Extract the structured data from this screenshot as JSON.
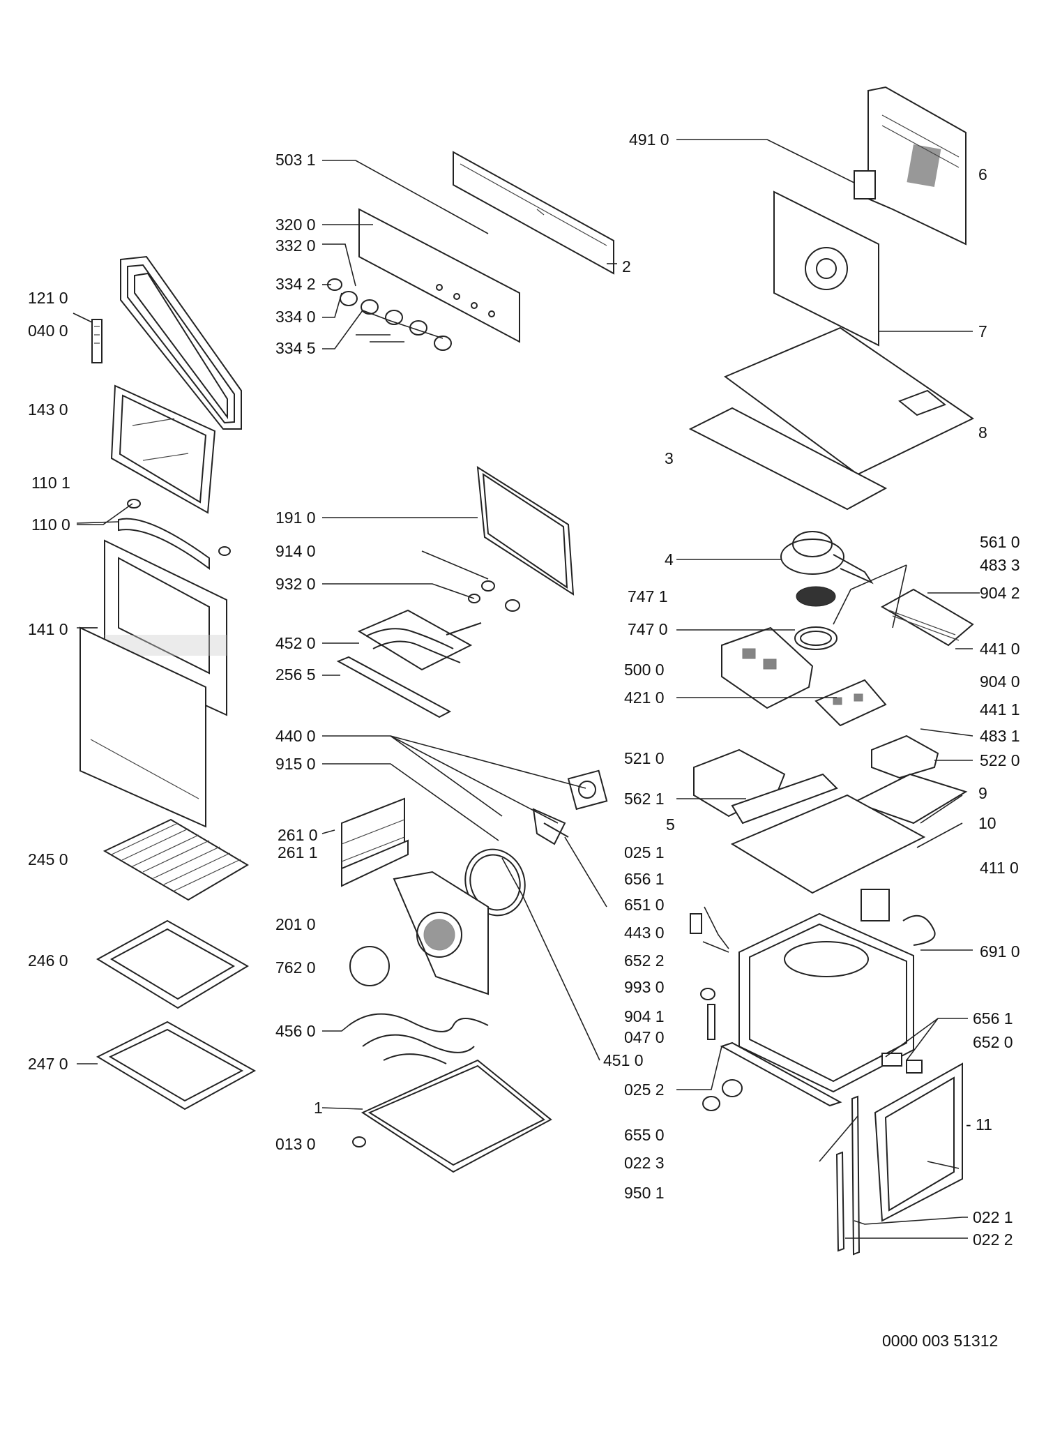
{
  "diagram": {
    "drawing_number": "0000 003 51312",
    "labels": [
      {
        "id": "lbl-503-1",
        "text": "503 1"
      },
      {
        "id": "lbl-320-0",
        "text": "320 0"
      },
      {
        "id": "lbl-332-0",
        "text": "332 0"
      },
      {
        "id": "lbl-334-2",
        "text": "334 2"
      },
      {
        "id": "lbl-334-0",
        "text": "334 0"
      },
      {
        "id": "lbl-334-5",
        "text": "334 5"
      },
      {
        "id": "lbl-2",
        "text": "2"
      },
      {
        "id": "lbl-121-0",
        "text": "121 0"
      },
      {
        "id": "lbl-040-0",
        "text": "040 0"
      },
      {
        "id": "lbl-143-0",
        "text": "143 0"
      },
      {
        "id": "lbl-110-1",
        "text": "110 1"
      },
      {
        "id": "lbl-110-0",
        "text": "110 0"
      },
      {
        "id": "lbl-141-0",
        "text": "141 0"
      },
      {
        "id": "lbl-245-0",
        "text": "245 0"
      },
      {
        "id": "lbl-246-0",
        "text": "246 0"
      },
      {
        "id": "lbl-247-0",
        "text": "247 0"
      },
      {
        "id": "lbl-191-0",
        "text": "191 0"
      },
      {
        "id": "lbl-914-0",
        "text": "914 0"
      },
      {
        "id": "lbl-932-0",
        "text": "932 0"
      },
      {
        "id": "lbl-452-0",
        "text": "452 0"
      },
      {
        "id": "lbl-256-5",
        "text": "256 5"
      },
      {
        "id": "lbl-440-0",
        "text": "440 0"
      },
      {
        "id": "lbl-915-0",
        "text": "915 0"
      },
      {
        "id": "lbl-261-0",
        "text": "261 0"
      },
      {
        "id": "lbl-261-1",
        "text": "261 1"
      },
      {
        "id": "lbl-201-0",
        "text": "201 0"
      },
      {
        "id": "lbl-762-0",
        "text": "762 0"
      },
      {
        "id": "lbl-456-0",
        "text": "456 0"
      },
      {
        "id": "lbl-451-0",
        "text": "451 0"
      },
      {
        "id": "lbl-1",
        "text": "1"
      },
      {
        "id": "lbl-013-0",
        "text": "013 0"
      },
      {
        "id": "lbl-491-0",
        "text": "491 0"
      },
      {
        "id": "lbl-6",
        "text": "6"
      },
      {
        "id": "lbl-7",
        "text": "7"
      },
      {
        "id": "lbl-8",
        "text": "8"
      },
      {
        "id": "lbl-3",
        "text": "3"
      },
      {
        "id": "lbl-4",
        "text": "4"
      },
      {
        "id": "lbl-561-0",
        "text": "561 0"
      },
      {
        "id": "lbl-483-3",
        "text": "483 3"
      },
      {
        "id": "lbl-904-2",
        "text": "904 2"
      },
      {
        "id": "lbl-747-1",
        "text": "747 1"
      },
      {
        "id": "lbl-747-0",
        "text": "747 0"
      },
      {
        "id": "lbl-441-0",
        "text": "441 0"
      },
      {
        "id": "lbl-500-0",
        "text": "500 0"
      },
      {
        "id": "lbl-904-0",
        "text": "904 0"
      },
      {
        "id": "lbl-421-0",
        "text": "421 0"
      },
      {
        "id": "lbl-441-1",
        "text": "441 1"
      },
      {
        "id": "lbl-483-1",
        "text": "483 1"
      },
      {
        "id": "lbl-521-0",
        "text": "521 0"
      },
      {
        "id": "lbl-522-0",
        "text": "522 0"
      },
      {
        "id": "lbl-562-1",
        "text": "562 1"
      },
      {
        "id": "lbl-9",
        "text": "9"
      },
      {
        "id": "lbl-5",
        "text": "5"
      },
      {
        "id": "lbl-10",
        "text": "10"
      },
      {
        "id": "lbl-025-1",
        "text": "025 1"
      },
      {
        "id": "lbl-411-0",
        "text": "411 0"
      },
      {
        "id": "lbl-656-1-a",
        "text": "656 1"
      },
      {
        "id": "lbl-651-0",
        "text": "651 0"
      },
      {
        "id": "lbl-443-0",
        "text": "443 0"
      },
      {
        "id": "lbl-652-2",
        "text": "652 2"
      },
      {
        "id": "lbl-691-0",
        "text": "691 0"
      },
      {
        "id": "lbl-993-0",
        "text": "993 0"
      },
      {
        "id": "lbl-904-1",
        "text": "904 1"
      },
      {
        "id": "lbl-656-1-b",
        "text": "656 1"
      },
      {
        "id": "lbl-652-0",
        "text": "652 0"
      },
      {
        "id": "lbl-047-0",
        "text": "047 0"
      },
      {
        "id": "lbl-025-2",
        "text": "025 2"
      },
      {
        "id": "lbl-11",
        "text": "- 11"
      },
      {
        "id": "lbl-655-0",
        "text": "655 0"
      },
      {
        "id": "lbl-022-3",
        "text": "022 3"
      },
      {
        "id": "lbl-950-1",
        "text": "950 1"
      },
      {
        "id": "lbl-022-1",
        "text": "022 1"
      },
      {
        "id": "lbl-022-2",
        "text": "022 2"
      }
    ]
  }
}
